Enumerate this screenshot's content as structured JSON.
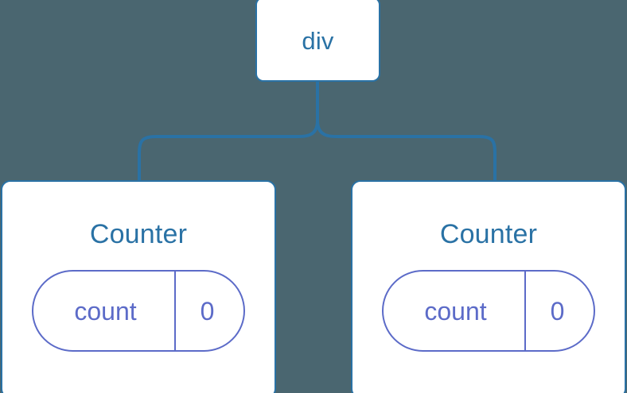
{
  "diagram": {
    "type": "component-tree",
    "background_color": "#4a6670",
    "node_border_color": "#2a72a5",
    "node_fill_color": "#ffffff",
    "node_label_color": "#2a72a5",
    "connector_color": "#2a72a5",
    "state_color": "#5c6bc8",
    "root": {
      "label": "div"
    },
    "children": [
      {
        "label": "Counter",
        "state": {
          "key": "count",
          "value": "0"
        }
      },
      {
        "label": "Counter",
        "state": {
          "key": "count",
          "value": "0"
        }
      }
    ]
  }
}
